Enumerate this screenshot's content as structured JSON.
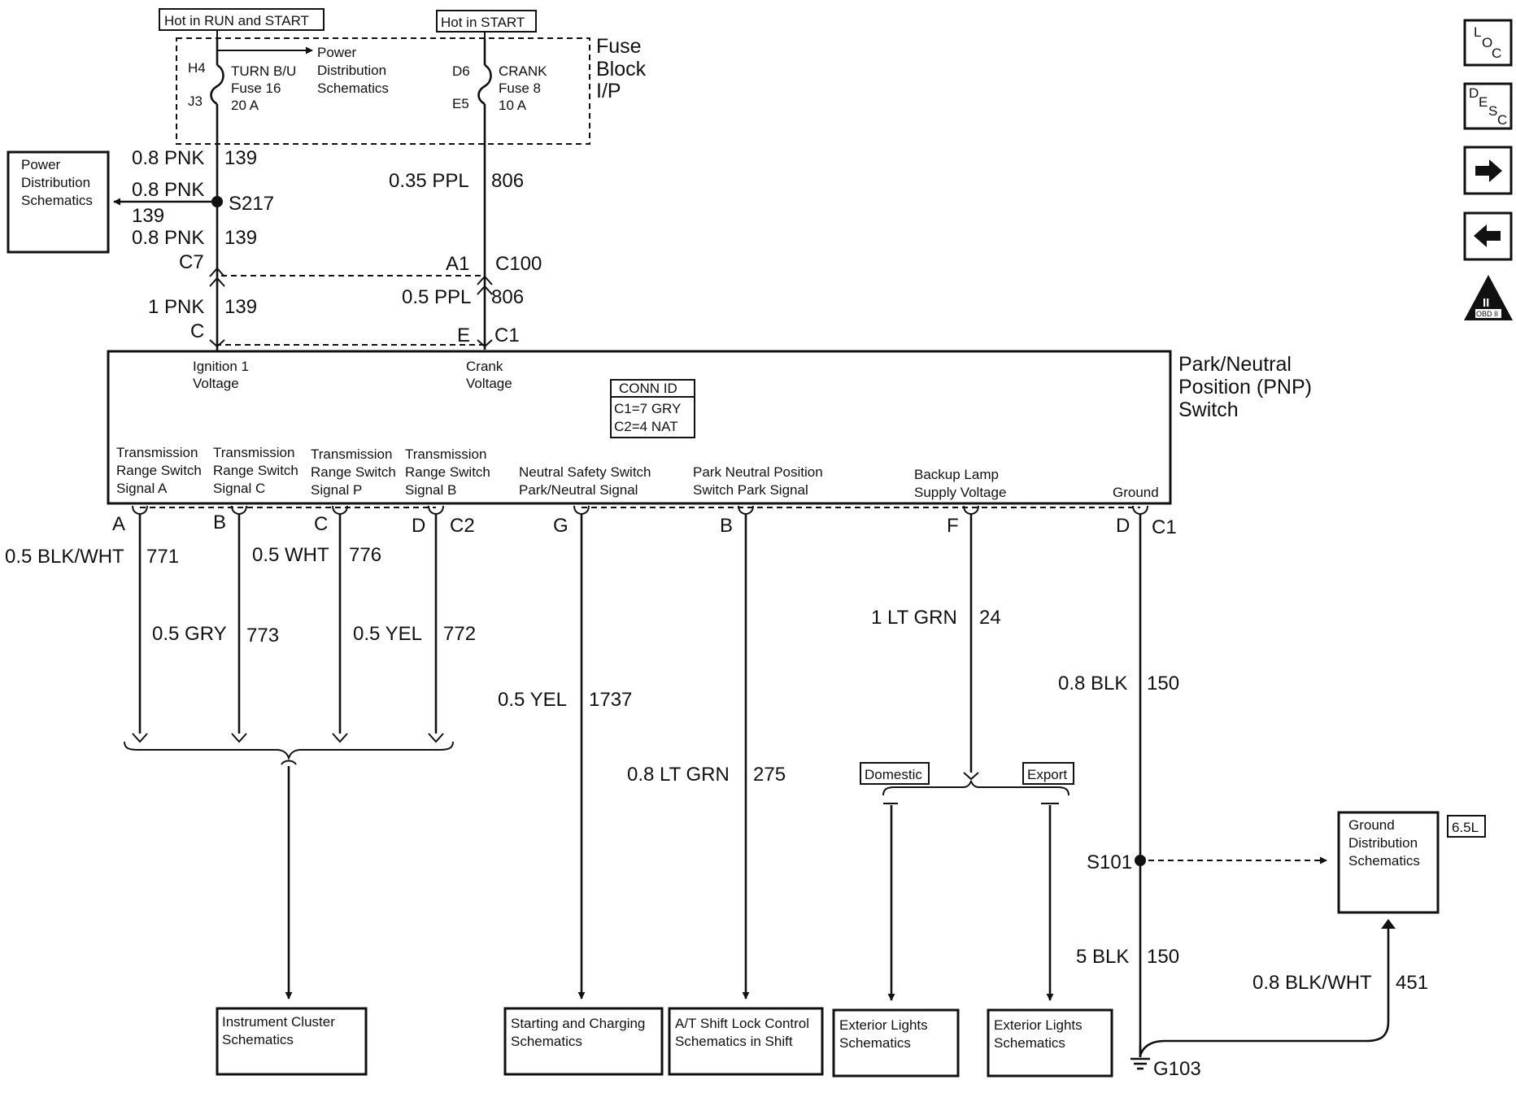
{
  "tags": {
    "hot_run_start": "Hot in RUN and START",
    "hot_start": "Hot in START",
    "domestic": "Domestic",
    "export": "Export",
    "engine_65l": "6.5L"
  },
  "fuse_block": {
    "title_line1": "Fuse",
    "title_line2": "Block",
    "title_line3": "I/P",
    "turn_fuse": {
      "pin_in": "H4",
      "pin_out": "J3",
      "line1": "TURN B/U",
      "line2": "Fuse 16",
      "line3": "20 A"
    },
    "crank_fuse": {
      "pin_in": "D6",
      "pin_out": "E5",
      "line1": "CRANK",
      "line2": "Fuse 8",
      "line3": "10 A"
    },
    "power_ref": {
      "line1": "Power",
      "line2": "Distribution",
      "line3": "Schematics"
    }
  },
  "left_ref": {
    "line1": "Power",
    "line2": "Distribution",
    "line3": "Schematics"
  },
  "upper_wires": {
    "pnk_top": {
      "size": "0.8 PNK",
      "circuit": "139"
    },
    "pnk_branch": {
      "size": "0.8 PNK",
      "circuit": "139"
    },
    "splice": "S217",
    "pnk_low": {
      "size": "0.8 PNK",
      "circuit": "139"
    },
    "ppl_top": {
      "size": "0.35 PPL",
      "circuit": "806"
    },
    "conn_c7": "C7",
    "conn_a1": "A1",
    "conn_c100": "C100",
    "pnk_1": {
      "size": "1 PNK",
      "circuit": "139"
    },
    "ppl_05": {
      "size": "0.5 PPL",
      "circuit": "806"
    },
    "pin_c": "C",
    "pin_e": "E",
    "conn_c1": "C1"
  },
  "pnp_switch": {
    "title_line1": "Park/Neutral",
    "title_line2": "Position (PNP)",
    "title_line3": "Switch",
    "ign_line1": "Ignition 1",
    "ign_line2": "Voltage",
    "crank_line1": "Crank",
    "crank_line2": "Voltage",
    "conn_id": "CONN ID",
    "conn_c1": "C1=7 GRY",
    "conn_c2": "C2=4 NAT",
    "pins": [
      {
        "l1": "Transmission",
        "l2": "Range Switch",
        "l3": "Signal A"
      },
      {
        "l1": "Transmission",
        "l2": "Range Switch",
        "l3": "Signal C"
      },
      {
        "l1": "Transmission",
        "l2": "Range Switch",
        "l3": "Signal P"
      },
      {
        "l1": "Transmission",
        "l2": "Range Switch",
        "l3": "Signal B"
      },
      {
        "l1": "Neutral Safety Switch",
        "l2": "Park/Neutral Signal"
      },
      {
        "l1": "Park Neutral Position",
        "l2": "Switch Park Signal"
      },
      {
        "l1": "Backup Lamp",
        "l2": "Supply Voltage"
      },
      {
        "l1": "Ground"
      }
    ]
  },
  "lower_pins": {
    "a": "A",
    "b": "B",
    "c": "C",
    "d": "D",
    "c2": "C2",
    "g": "G",
    "b2": "B",
    "f": "F",
    "d2": "D",
    "c1": "C1"
  },
  "lower_wires": {
    "w771": {
      "size": "0.5 BLK/WHT",
      "circuit": "771"
    },
    "w773": {
      "size": "0.5 GRY",
      "circuit": "773"
    },
    "w776": {
      "size": "0.5 WHT",
      "circuit": "776"
    },
    "w772": {
      "size": "0.5 YEL",
      "circuit": "772"
    },
    "w1737": {
      "size": "0.5 YEL",
      "circuit": "1737"
    },
    "w275": {
      "size": "0.8 LT GRN",
      "circuit": "275"
    },
    "w24": {
      "size": "1 LT GRN",
      "circuit": "24"
    },
    "w150a": {
      "size": "0.8 BLK",
      "circuit": "150"
    },
    "w150b": {
      "size": "5 BLK",
      "circuit": "150"
    },
    "w451": {
      "size": "0.8 BLK/WHT",
      "circuit": "451"
    },
    "splice_s101": "S101",
    "ground_g103": "G103"
  },
  "ground_ref": {
    "line1": "Ground",
    "line2": "Distribution",
    "line3": "Schematics"
  },
  "bottom_refs": {
    "instrument": {
      "line1": "Instrument Cluster",
      "line2": "Schematics"
    },
    "starting": {
      "line1": "Starting and Charging",
      "line2": "Schematics"
    },
    "shift_lock": {
      "line1": "A/T Shift Lock Control",
      "line2": "Schematics in Shift"
    },
    "ext_domestic": {
      "line1": "Exterior Lights",
      "line2": "Schematics"
    },
    "ext_export": {
      "line1": "Exterior Lights",
      "line2": "Schematics"
    }
  },
  "nav": {
    "loc": {
      "l": "L",
      "o": "O",
      "c": "C"
    },
    "desc": {
      "d": "D",
      "e": "E",
      "s": "S",
      "c": "C"
    },
    "obd": "OBD II",
    "obd_mark": "II"
  },
  "colors": {
    "ink": "#111111",
    "paper": "#ffffff"
  }
}
